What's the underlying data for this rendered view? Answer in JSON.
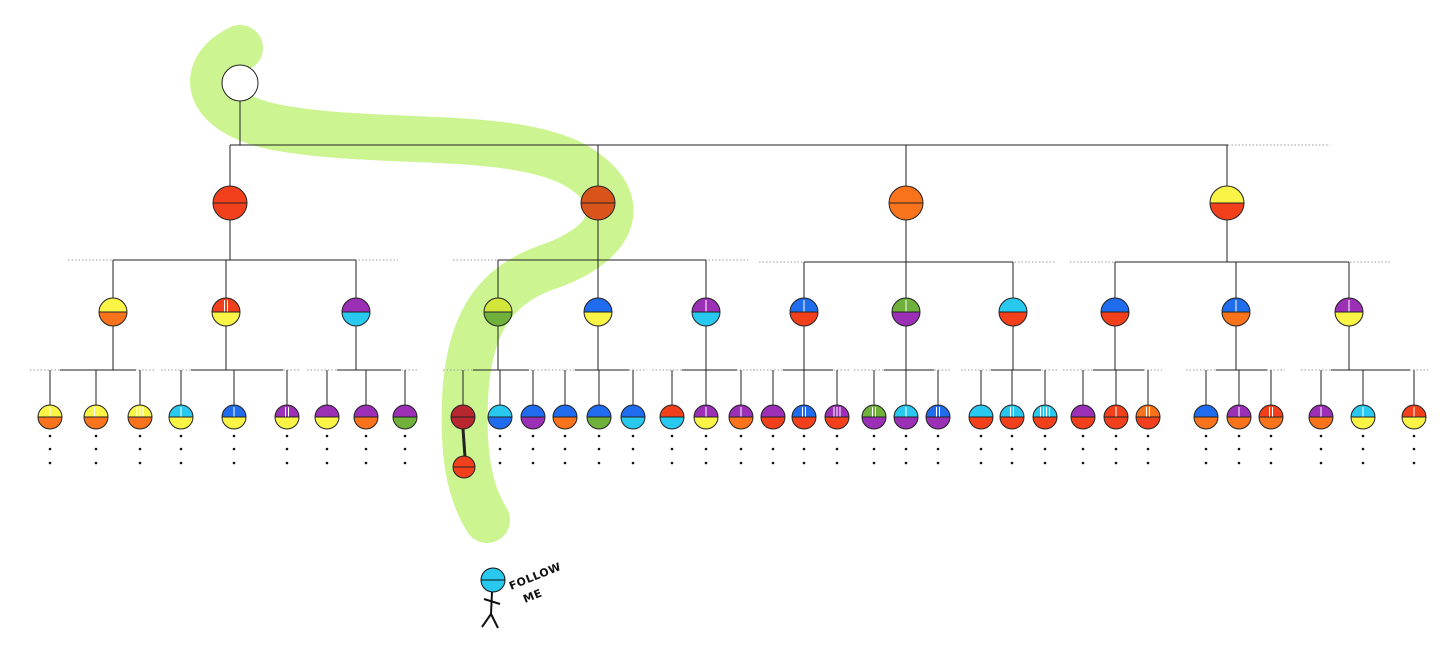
{
  "colors": {
    "path_highlight": "#ccf592",
    "line": "#222222",
    "dotted_line": "#999999",
    "stick_figure": "#111111",
    "root_fill": "#ffffff"
  },
  "palette": {
    "red": "#f2401c",
    "orange": "#f8731c",
    "rust": "#d9541a",
    "yellow": "#f9f446",
    "purple": "#9b30b6",
    "cyan": "#28c8ef",
    "blue": "#1f6cef",
    "green": "#6fb13b",
    "lime": "#d2e63a",
    "maroon": "#b8262e"
  },
  "tree": {
    "root": {
      "top": "white",
      "bottom": "white"
    },
    "level1": [
      {
        "top": "red",
        "bottom": "red",
        "stripes": 0,
        "children": [
          {
            "top": "yellow",
            "bottom": "orange",
            "stripes": 0,
            "children": [
              {
                "top": "yellow",
                "bottom": "orange",
                "stripes": 1
              },
              {
                "top": "yellow",
                "bottom": "orange",
                "stripes": 2
              },
              {
                "top": "yellow",
                "bottom": "orange",
                "stripes": 3
              }
            ]
          },
          {
            "top": "red",
            "bottom": "yellow",
            "stripes": 2,
            "children": [
              {
                "top": "cyan",
                "bottom": "yellow",
                "stripes": 1
              },
              {
                "top": "blue",
                "bottom": "yellow",
                "stripes": 1
              },
              {
                "top": "purple",
                "bottom": "yellow",
                "stripes": 2
              }
            ]
          },
          {
            "top": "purple",
            "bottom": "cyan",
            "stripes": 0,
            "children": [
              {
                "top": "purple",
                "bottom": "yellow",
                "stripes": 0
              },
              {
                "top": "purple",
                "bottom": "orange",
                "stripes": 0
              },
              {
                "top": "purple",
                "bottom": "green",
                "stripes": 0
              }
            ]
          }
        ]
      },
      {
        "top": "rust",
        "bottom": "rust",
        "stripes": 0,
        "children": [
          {
            "top": "lime",
            "bottom": "green",
            "stripes": 0,
            "children": [
              {
                "top": "maroon",
                "bottom": "maroon",
                "stripes": 0
              },
              {
                "top": "cyan",
                "bottom": "blue",
                "stripes": 0
              },
              {
                "top": "blue",
                "bottom": "purple",
                "stripes": 0
              }
            ]
          },
          {
            "top": "blue",
            "bottom": "yellow",
            "stripes": 0,
            "children": [
              {
                "top": "blue",
                "bottom": "orange",
                "stripes": 0
              },
              {
                "top": "blue",
                "bottom": "green",
                "stripes": 0
              },
              {
                "top": "blue",
                "bottom": "cyan",
                "stripes": 0
              }
            ]
          },
          {
            "top": "purple",
            "bottom": "cyan",
            "stripes": 1,
            "children": [
              {
                "top": "red",
                "bottom": "cyan",
                "stripes": 0
              },
              {
                "top": "purple",
                "bottom": "yellow",
                "stripes": 1
              },
              {
                "top": "purple",
                "bottom": "orange",
                "stripes": 1
              }
            ]
          }
        ]
      },
      {
        "top": "orange",
        "bottom": "orange",
        "stripes": 0,
        "children": [
          {
            "top": "blue",
            "bottom": "red",
            "stripes": 1,
            "children": [
              {
                "top": "purple",
                "bottom": "red",
                "stripes": 0
              },
              {
                "top": "blue",
                "bottom": "red",
                "stripes": 2
              },
              {
                "top": "purple",
                "bottom": "red",
                "stripes": 3
              }
            ]
          },
          {
            "top": "green",
            "bottom": "purple",
            "stripes": 1,
            "children": [
              {
                "top": "green",
                "bottom": "purple",
                "stripes": 2
              },
              {
                "top": "cyan",
                "bottom": "purple",
                "stripes": 1
              },
              {
                "top": "blue",
                "bottom": "purple",
                "stripes": 2
              }
            ]
          },
          {
            "top": "cyan",
            "bottom": "red",
            "stripes": 0,
            "children": [
              {
                "top": "cyan",
                "bottom": "red",
                "stripes": 0
              },
              {
                "top": "cyan",
                "bottom": "red",
                "stripes": 2
              },
              {
                "top": "cyan",
                "bottom": "red",
                "stripes": 4
              }
            ]
          }
        ]
      },
      {
        "top": "yellow",
        "bottom": "red",
        "stripes": 0,
        "children": [
          {
            "top": "blue",
            "bottom": "red",
            "stripes": 0,
            "children": [
              {
                "top": "purple",
                "bottom": "red",
                "stripes": 0
              },
              {
                "top": "red",
                "bottom": "red",
                "stripes": 1
              },
              {
                "top": "orange",
                "bottom": "red",
                "stripes": 2
              }
            ]
          },
          {
            "top": "blue",
            "bottom": "orange",
            "stripes": 1,
            "children": [
              {
                "top": "blue",
                "bottom": "orange",
                "stripes": 0
              },
              {
                "top": "purple",
                "bottom": "orange",
                "stripes": 1
              },
              {
                "top": "red",
                "bottom": "orange",
                "stripes": 2
              }
            ]
          },
          {
            "top": "purple",
            "bottom": "yellow",
            "stripes": 1,
            "children": [
              {
                "top": "purple",
                "bottom": "orange",
                "stripes": 1
              },
              {
                "top": "cyan",
                "bottom": "yellow",
                "stripes": 1
              },
              {
                "top": "red",
                "bottom": "yellow",
                "stripes": 1
              }
            ]
          }
        ]
      }
    ]
  },
  "path_extension": {
    "top": "red",
    "bottom": "red"
  },
  "figure": {
    "head_color": "cyan",
    "caption_line1": "FOLLOW",
    "caption_line2": "ME"
  }
}
